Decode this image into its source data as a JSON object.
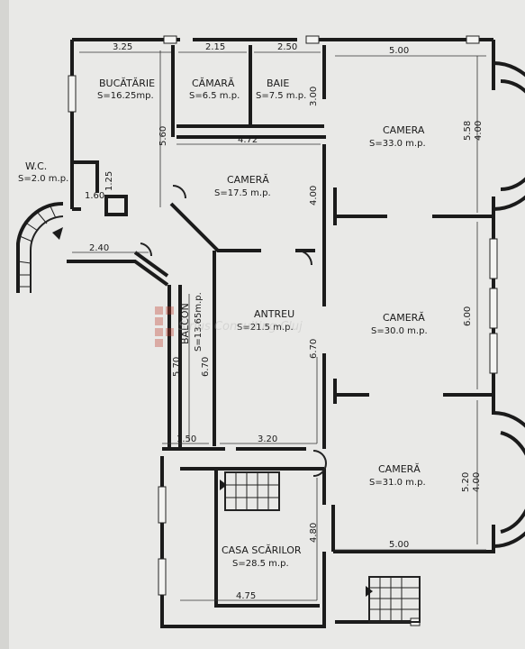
{
  "colors": {
    "background": "#e9e9e7",
    "wall": "#1b1b1b",
    "logo_red": "#c0392b"
  },
  "rooms": [
    {
      "id": "bucatarie",
      "name": "BUCĂTĂRIE",
      "area": "S=16.25mp."
    },
    {
      "id": "camara",
      "name": "CĂMARĂ",
      "area": "S=6.5 m.p."
    },
    {
      "id": "baie",
      "name": "BAIE",
      "area": "S=7.5 m.p."
    },
    {
      "id": "camera-ne",
      "name": "CAMERA",
      "area": "S=33.0 m.p."
    },
    {
      "id": "wc",
      "name": "W.C.",
      "area": "S=2.0 m.p."
    },
    {
      "id": "camera-mid",
      "name": "CAMERĂ",
      "area": "S=17.5 m.p."
    },
    {
      "id": "antreu",
      "name": "ANTREU",
      "area": "S=21.5 m.p."
    },
    {
      "id": "balcon",
      "name": "BALCON",
      "area": "S=13.65m.p."
    },
    {
      "id": "camera-e",
      "name": "CAMERĂ",
      "area": "S=30.0 m.p."
    },
    {
      "id": "camera-se",
      "name": "CAMERĂ",
      "area": "S=31.0 m.p."
    },
    {
      "id": "casa-scarilor",
      "name": "CASA SCĂRILOR",
      "area": "S=28.5 m.p."
    }
  ],
  "dimensions": {
    "d325": "3.25",
    "d215": "2.15",
    "d250": "2.50",
    "d500_top": "5.00",
    "d300": "3.00",
    "d560": "5.60",
    "d472": "4.72",
    "d558": "5.58",
    "d400_top": "4.00",
    "d125": "1.25",
    "d160": "1.60",
    "d400_mid": "4.00",
    "d240": "2.40",
    "d600": "6.00",
    "d670_a": "6.70",
    "d570": "5.70",
    "d670_b": "6.70",
    "d150": "1.50",
    "d320": "3.20",
    "d520": "5.20",
    "d400_bot": "4.00",
    "d480": "4.80",
    "d500_bot": "5.00",
    "d475": "4.75"
  },
  "watermark": "Sirius Consulting Cluj"
}
